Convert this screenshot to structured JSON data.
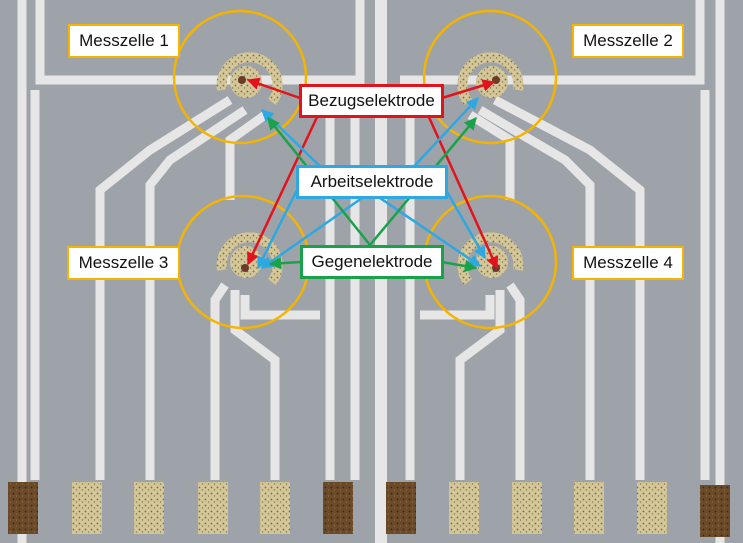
{
  "cells": [
    {
      "id": "cell-1",
      "label": "Messzelle 1"
    },
    {
      "id": "cell-2",
      "label": "Messzelle 2"
    },
    {
      "id": "cell-3",
      "label": "Messzelle 3"
    },
    {
      "id": "cell-4",
      "label": "Messzelle 4"
    }
  ],
  "electrodes": {
    "reference": {
      "label": "Bezugselektrode",
      "color": "#e1141d"
    },
    "working": {
      "label": "Arbeitselektrode",
      "color": "#2ea8e0"
    },
    "counter": {
      "label": "Gegenelektrode",
      "color": "#1aa24b"
    }
  },
  "colors": {
    "cell_outline": "#f5b400",
    "substrate": "#9ea3a9",
    "trace": "#e6e6e6",
    "contact_pad_gold": "#c9b888",
    "contact_pad_dark": "#6b4a2a"
  }
}
